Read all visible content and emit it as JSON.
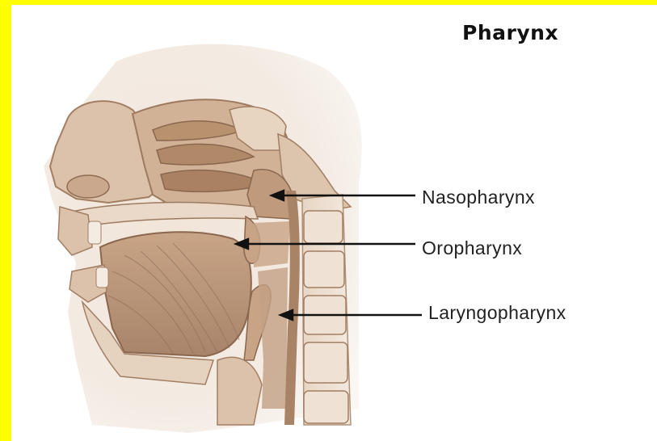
{
  "title": "Pharynx",
  "labels": {
    "nasopharynx": "Nasopharynx",
    "oropharynx": "Oropharynx",
    "laryngopharynx": "Laryngopharynx"
  },
  "colors": {
    "border": "#ffff00",
    "background": "#ffffff",
    "tissue": "#d9bca3",
    "tissue_dark": "#a27e63",
    "tissue_light": "#efe2d5",
    "muscle": "#b68f72",
    "bone": "#ead9c8"
  }
}
